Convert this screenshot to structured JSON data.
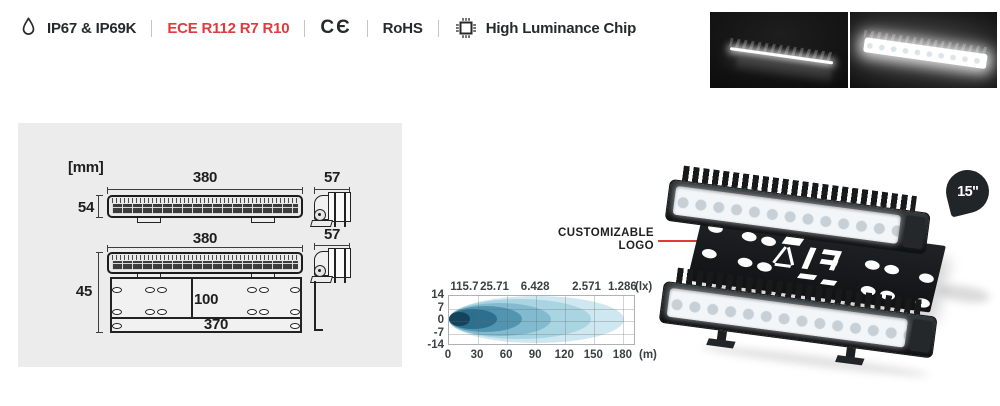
{
  "cert_bar": {
    "ip_label": "IP67 & IP69K",
    "ece_label": "ECE R112 R7 R10",
    "ce_mark": "CЄ",
    "rohs_label": "RoHS",
    "chip_label": "High Luminance Chip",
    "accent_red": "#e03a3c"
  },
  "dimension_panel": {
    "unit_label": "[mm]",
    "front_view": {
      "width": "380",
      "height": "54",
      "side_width": "57"
    },
    "bracket_view": {
      "width": "380",
      "height": "45",
      "side_width": "57",
      "plate_inner_height": "100",
      "plate_width": "370"
    }
  },
  "chart_data": {
    "type": "area",
    "description": "isolux beam pattern",
    "x_ticks": [
      0,
      30,
      60,
      90,
      120,
      150,
      180
    ],
    "x_unit": "(m)",
    "x_max_m": 193,
    "y_ticks": [
      14,
      7,
      0,
      -7,
      -14
    ],
    "lux_unit": "(lx)",
    "isolux_labels": [
      "115.7",
      "25.71",
      "6.428",
      "2.571",
      "1.286"
    ],
    "isolux_label_m": [
      17,
      48,
      90,
      143,
      180
    ],
    "beam_center_units": 1,
    "ellipses": [
      {
        "lux": 115.7,
        "reach_m": 22,
        "half_width_units": 3.9
      },
      {
        "lux": 25.71,
        "reach_m": 50,
        "half_width_units": 5.6
      },
      {
        "lux": 6.428,
        "reach_m": 75,
        "half_width_units": 7.3
      },
      {
        "reach_m": 105,
        "half_width_units": 9.2
      },
      {
        "lux": 2.571,
        "reach_m": 147,
        "half_width_units": 11.2
      },
      {
        "lux": 1.286,
        "reach_m": 181,
        "half_width_units": 13.2
      }
    ],
    "ellipse_colors": [
      "#123f58",
      "#2a6c8c",
      "#4d92ad",
      "#7fb9cf",
      "#a6d2e0",
      "#cbe5ef"
    ]
  },
  "render": {
    "customizable_line1": "CUSTOMIZABLE",
    "customizable_line2": "LOGO",
    "size_badge": "15''"
  }
}
